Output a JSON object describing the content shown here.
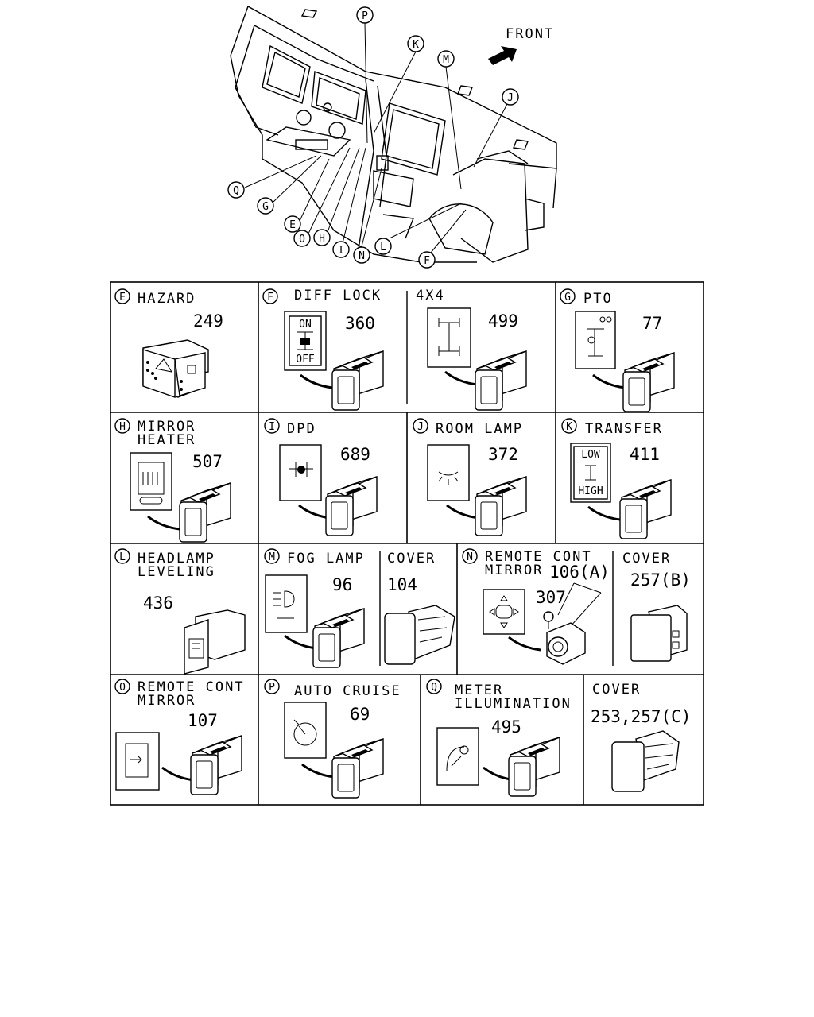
{
  "overview": {
    "front_label": "FRONT",
    "callouts": [
      "P",
      "K",
      "M",
      "J",
      "Q",
      "G",
      "E",
      "O",
      "H",
      "I",
      "N",
      "L",
      "F"
    ]
  },
  "cells": {
    "E": {
      "letter": "E",
      "title": "HAZARD",
      "part": "249"
    },
    "F": {
      "letter": "F",
      "title": "DIFF LOCK",
      "part": "360",
      "icon_on": "ON",
      "icon_off": "OFF"
    },
    "F2": {
      "title": "4X4",
      "part": "499"
    },
    "G": {
      "letter": "G",
      "title": "PTO",
      "part": "77"
    },
    "H": {
      "letter": "H",
      "title1": "MIRROR",
      "title2": "HEATER",
      "part": "507"
    },
    "I": {
      "letter": "I",
      "title": "DPD",
      "part": "689"
    },
    "J": {
      "letter": "J",
      "title": "ROOM LAMP",
      "part": "372"
    },
    "K": {
      "letter": "K",
      "title": "TRANSFER",
      "part": "411",
      "icon_low": "LOW",
      "icon_high": "HIGH"
    },
    "L": {
      "letter": "L",
      "title1": "HEADLAMP",
      "title2": "LEVELING",
      "part": "436"
    },
    "M": {
      "letter": "M",
      "title": "FOG LAMP",
      "part": "96"
    },
    "M2": {
      "title": "COVER",
      "part": "104"
    },
    "N": {
      "letter": "N",
      "title1": "REMOTE CONT",
      "title2": "MIRROR",
      "part": "106(A)",
      "part2": "307"
    },
    "N2": {
      "title": "COVER",
      "part": "257(B)"
    },
    "O": {
      "letter": "O",
      "title1": "REMOTE CONT",
      "title2": "MIRROR",
      "part": "107"
    },
    "P": {
      "letter": "P",
      "title": "AUTO CRUISE",
      "part": "69"
    },
    "Q": {
      "letter": "Q",
      "title1": "METER",
      "title2": "ILLUMINATION",
      "part": "495"
    },
    "Q2": {
      "title": "COVER",
      "part": "253,257(C)"
    }
  }
}
